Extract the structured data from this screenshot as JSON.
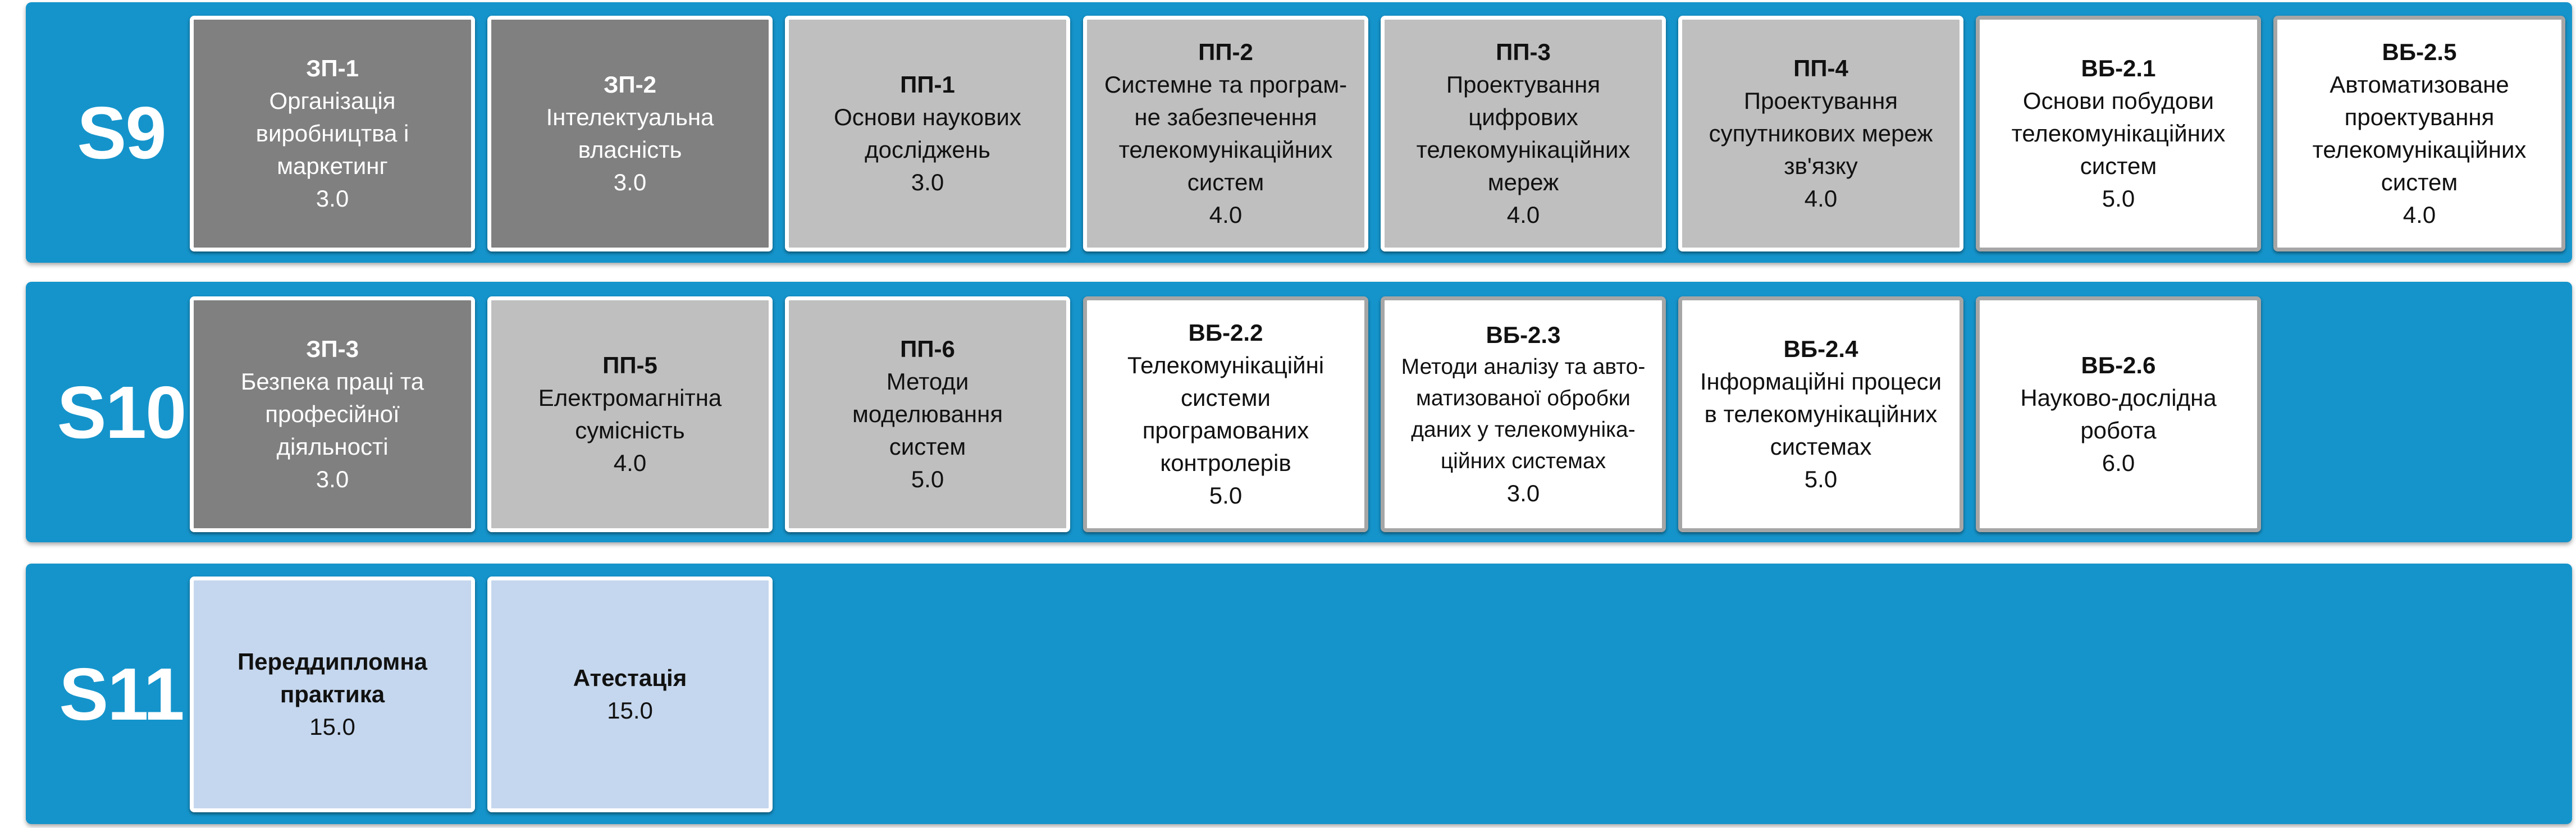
{
  "semesters": [
    {
      "label": "S9",
      "courses": [
        {
          "code": "ЗП-1",
          "name": "Організація\nвиробництва і\nмаркетинг",
          "credits": "3.0",
          "type": "dark"
        },
        {
          "code": "ЗП-2",
          "name": "Інтелектуальна\nвласність",
          "credits": "3.0",
          "type": "dark"
        },
        {
          "code": "ПП-1",
          "name": "Основи наукових\nдосліджень",
          "credits": "3.0",
          "type": "light"
        },
        {
          "code": "ПП-2",
          "name": "Системне та програм-\nне забезпечення\nтелекомунікаційних\nсистем",
          "credits": "4.0",
          "type": "light"
        },
        {
          "code": "ПП-3",
          "name": "Проектування\nцифрових\nтелекомунікаційних\nмереж",
          "credits": "4.0",
          "type": "light"
        },
        {
          "code": "ПП-4",
          "name": "Проектування\nсупутникових мереж\nзв'язку",
          "credits": "4.0",
          "type": "light"
        },
        {
          "code": "ВБ-2.1",
          "name": "Основи побудови\nтелекомунікаційних\nсистем",
          "credits": "5.0",
          "type": "white"
        },
        {
          "code": "ВБ-2.5",
          "name": "Автоматизоване\nпроектування\nтелекомунікаційних\nсистем",
          "credits": "4.0",
          "type": "white"
        }
      ]
    },
    {
      "label": "S10",
      "courses": [
        {
          "code": "ЗП-3",
          "name": "Безпека праці та\nпрофесійної\nдіяльності",
          "credits": "3.0",
          "type": "dark"
        },
        {
          "code": "ПП-5",
          "name": "Електромагнітна\nсумісність",
          "credits": "4.0",
          "type": "light"
        },
        {
          "code": "ПП-6",
          "name": "Методи\nмоделювання\nсистем",
          "credits": "5.0",
          "type": "light"
        },
        {
          "code": "ВБ-2.2",
          "name": "Телекомунікаційні\nсистеми\nпрограмованих\nконтролерів",
          "credits": "5.0",
          "type": "white"
        },
        {
          "code": "ВБ-2.3",
          "name": "Методи аналізу та авто-\nматизованої обробки\nданих у телекомуніка-\nційних системах",
          "credits": "3.0",
          "type": "white"
        },
        {
          "code": "ВБ-2.4",
          "name": "Інформаційні процеси\nв телекомунікаційних\nсистемах",
          "credits": "5.0",
          "type": "white"
        },
        {
          "code": "ВБ-2.6",
          "name": "Науково-дослідна\nробота",
          "credits": "6.0",
          "type": "white"
        }
      ]
    },
    {
      "label": "S11",
      "courses": [
        {
          "code": "",
          "name": "Переддипломна\nпрактика",
          "credits": "15.0",
          "type": "pale"
        },
        {
          "code": "",
          "name": "Атестація",
          "credits": "15.0",
          "type": "pale"
        }
      ]
    }
  ],
  "colors": {
    "band": "#1594cb",
    "dark": "#808080",
    "light": "#bfbfbf",
    "white": "#ffffff",
    "pale": "#c5d7ee"
  }
}
